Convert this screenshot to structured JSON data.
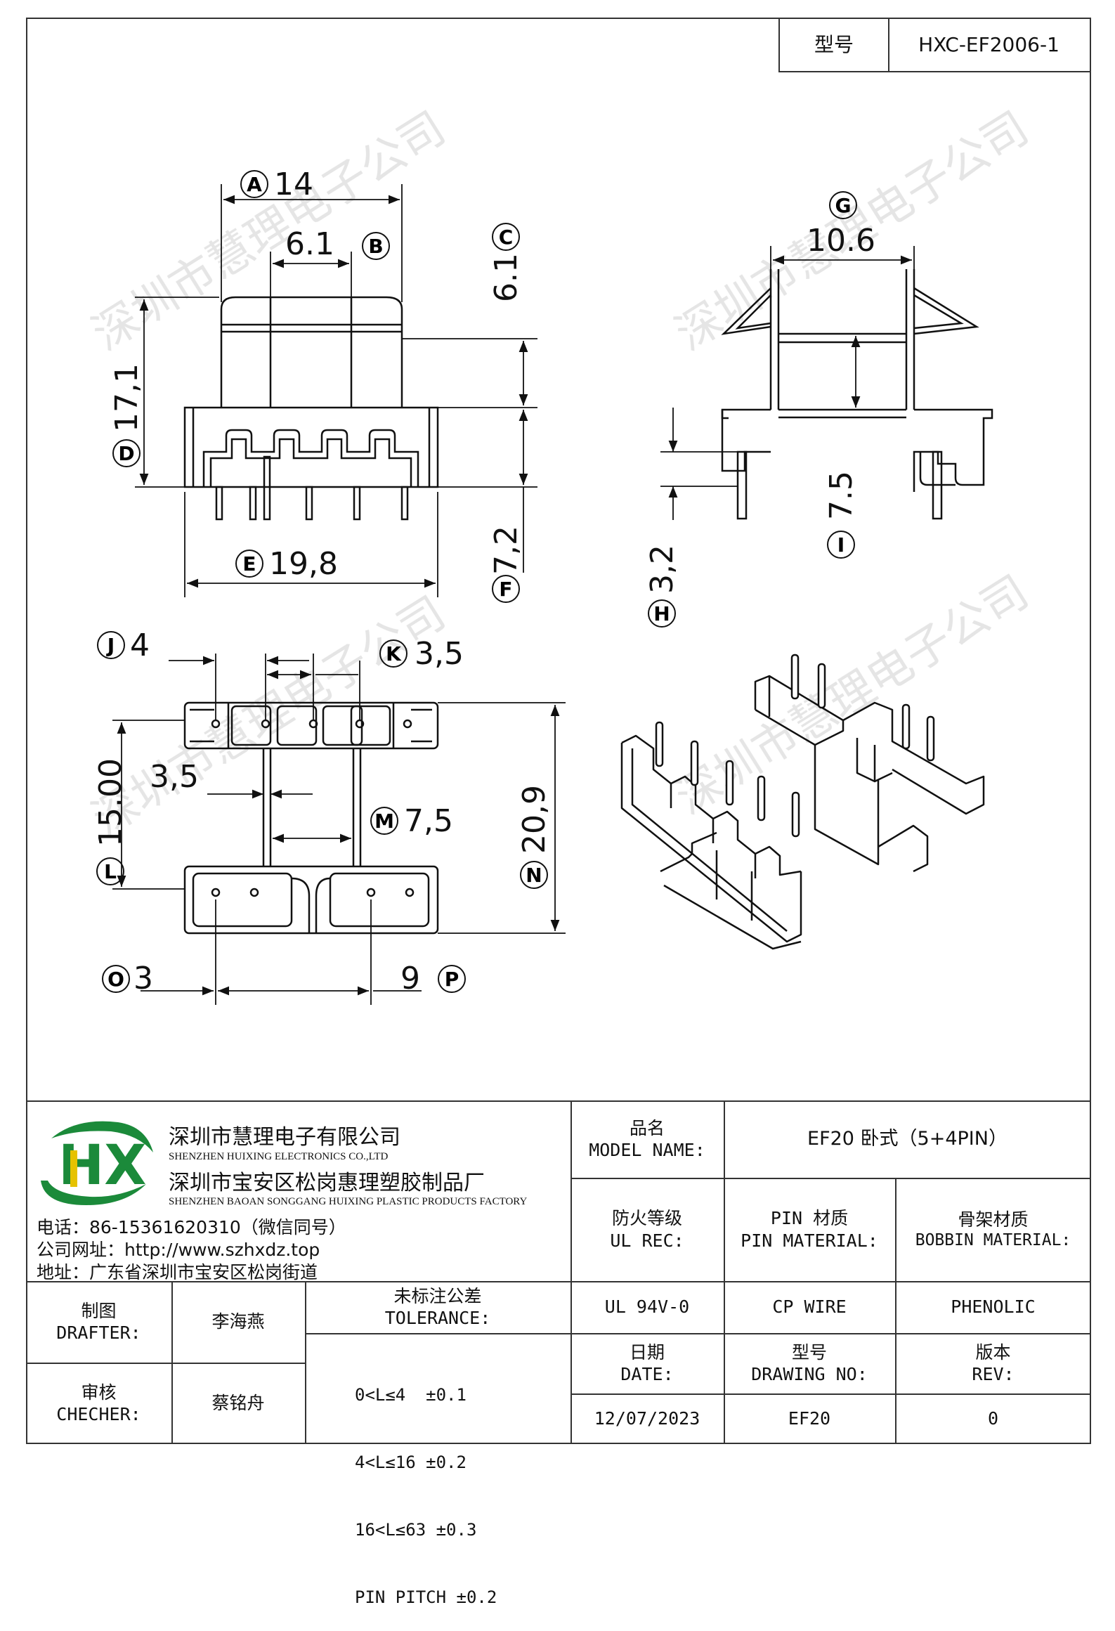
{
  "header": {
    "label_model_no": "型号",
    "model_no": "HXC-EF2006-1"
  },
  "drawing": {
    "dims": [
      {
        "mark": "A",
        "value": "14"
      },
      {
        "mark": "B",
        "value": "6.1"
      },
      {
        "mark": "C",
        "value": "6.1"
      },
      {
        "mark": "D",
        "value": "17,1"
      },
      {
        "mark": "E",
        "value": "19,8"
      },
      {
        "mark": "F",
        "value": "7,2"
      },
      {
        "mark": "G",
        "value": "10.6"
      },
      {
        "mark": "H",
        "value": "3,2"
      },
      {
        "mark": "I",
        "value": "7.5"
      },
      {
        "mark": "J",
        "value": "4"
      },
      {
        "mark": "K",
        "value": "3,5"
      },
      {
        "mark": "L",
        "value": "15.00"
      },
      {
        "mark": "M",
        "value": "7,5"
      },
      {
        "mark": "N",
        "value": "20,9"
      },
      {
        "mark": "O",
        "value": "3"
      },
      {
        "mark": "P",
        "value": "9"
      }
    ],
    "extra_dim": "3,5"
  },
  "company": {
    "logo_text": "HX",
    "name_cn": "深圳市慧理电子有限公司",
    "name_en": "SHENZHEN HUIXING ELECTRONICS CO.,LTD",
    "factory_cn": "深圳市宝安区松岗惠理塑胶制品厂",
    "factory_en": "SHENZHEN BAOAN SONGGANG HUIXING PLASTIC PRODUCTS FACTORY",
    "phone": "电话：86-15361620310（微信同号）",
    "website": "公司网址：http://www.szhxdz.top",
    "address": "地址：广东省深圳市宝安区松岗街道",
    "watermark": "深圳市慧理电子公司"
  },
  "titleblock": {
    "model_name_label_cn": "品名",
    "model_name_label_en": "MODEL NAME:",
    "model_name_value": "EF20 卧式（5+4PIN）",
    "ul_label_cn": "防火等级",
    "ul_label_en": "UL REC:",
    "pin_label_cn": "PIN 材质",
    "pin_label_en": "PIN MATERIAL:",
    "bobbin_label_cn": "骨架材质",
    "bobbin_label_en": "BOBBIN MATERIAL:",
    "ul_value": "UL 94V-0",
    "pin_value": "CP WIRE",
    "bobbin_value": "PHENOLIC",
    "drafter_label_cn": "制图",
    "drafter_label_en": "DRAFTER:",
    "drafter_name": "李海燕",
    "checker_label_cn": "审核",
    "checker_label_en": "CHECHER:",
    "checker_name": "蔡铭舟",
    "tolerance_label_cn": "未标注公差",
    "tolerance_label_en": "TOLERANCE:",
    "tolerances": [
      "0<L≤4  ±0.1",
      "4<L≤16 ±0.2",
      "16<L≤63 ±0.3",
      "PIN PITCH ±0.2"
    ],
    "date_label_cn": "日期",
    "date_label_en": "DATE:",
    "drawing_no_label_cn": "型号",
    "drawing_no_label_en": "DRAWING NO:",
    "rev_label_cn": "版本",
    "rev_label_en": "REV:",
    "date_value": "12/07/2023",
    "drawing_no_value": "EF20",
    "rev_value": "0"
  }
}
